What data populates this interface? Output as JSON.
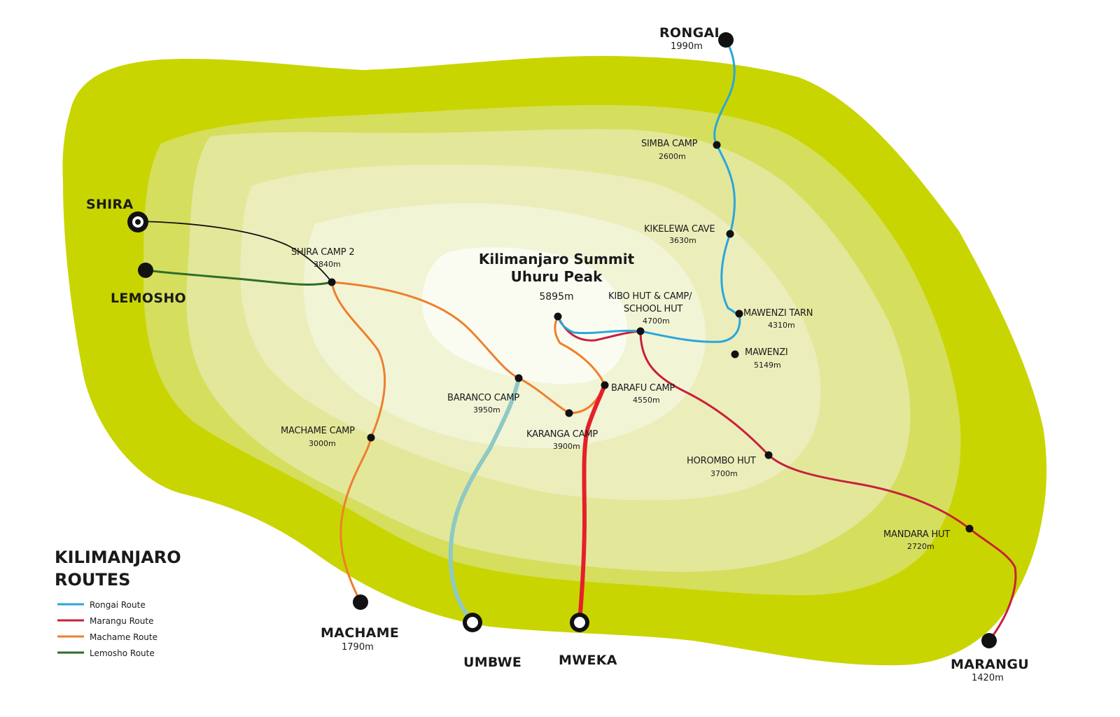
{
  "legend": {
    "title_line1": "KILIMANJARO",
    "title_line2": "ROUTES",
    "items": [
      {
        "label": "Rongai Route",
        "color": "#2aa6dc"
      },
      {
        "label": "Marangu Route",
        "color": "#c8203c"
      },
      {
        "label": "Machame Route",
        "color": "#ee7f2d"
      },
      {
        "label": "Lemosho Route",
        "color": "#2e6e2a"
      }
    ]
  },
  "summit": {
    "line1": "Kilimanjaro Summit",
    "line2": "Uhuru Peak",
    "altitude": "5895m"
  },
  "trailheads": {
    "rongai": {
      "name": "RONGAI",
      "altitude": "1990m"
    },
    "shira": {
      "name": "SHIRA"
    },
    "lemosho": {
      "name": "LEMOSHO"
    },
    "machame": {
      "name": "MACHAME",
      "altitude": "1790m"
    },
    "umbwe": {
      "name": "UMBWE"
    },
    "mweka": {
      "name": "MWEKA"
    },
    "marangu": {
      "name": "MARANGU",
      "altitude": "1420m"
    }
  },
  "camps": {
    "simba": {
      "name": "SIMBA CAMP",
      "altitude": "2600m"
    },
    "kikelewa": {
      "name": "KIKELEWA CAVE",
      "altitude": "3630m"
    },
    "shira2": {
      "name": "SHIRA CAMP 2",
      "altitude": "3840m"
    },
    "kibo": {
      "name1": "KIBO HUT & CAMP/",
      "name2": "SCHOOL HUT",
      "altitude": "4700m"
    },
    "mawenzi_tarn": {
      "name": "MAWENZI TARN",
      "altitude": "4310m"
    },
    "mawenzi": {
      "name": "MAWENZI",
      "altitude": "5149m"
    },
    "baranco": {
      "name": "BARANCO CAMP",
      "altitude": "3950m"
    },
    "barafu": {
      "name": "BARAFU CAMP",
      "altitude": "4550m"
    },
    "karanga": {
      "name": "KARANGA CAMP",
      "altitude": "3900m"
    },
    "machame_camp": {
      "name": "MACHAME CAMP",
      "altitude": "3000m"
    },
    "horombo": {
      "name": "HOROMBO HUT",
      "altitude": "3700m"
    },
    "mandara": {
      "name": "MANDARA HUT",
      "altitude": "2720m"
    }
  },
  "colors": {
    "zone1": "#c9d500",
    "zone2": "#d6de5e",
    "zone3": "#e3e79a",
    "zone4": "#ebeeba",
    "zone5": "#f2f4d6",
    "zone6": "#fbfcf1",
    "rongai": "#2aa6dc",
    "marangu": "#c8203c",
    "machame": "#ee7f2d",
    "lemosho": "#2e6e2a",
    "shira": "#111111",
    "umbwe": "#8ec9c3",
    "mweka": "#e5202a"
  }
}
